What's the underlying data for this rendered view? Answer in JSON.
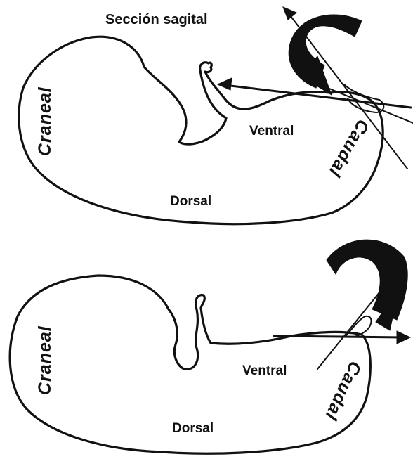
{
  "title": "Sección sagital",
  "diagrams": [
    {
      "labels": {
        "cranial": "Craneal",
        "ventral": "Ventral",
        "caudal": "Caudal",
        "dorsal": "Dorsal"
      }
    },
    {
      "labels": {
        "cranial": "Craneal",
        "ventral": "Ventral",
        "caudal": "Caudal",
        "dorsal": "Dorsal"
      }
    }
  ],
  "colors": {
    "ink": "#111111",
    "background": "#ffffff"
  }
}
